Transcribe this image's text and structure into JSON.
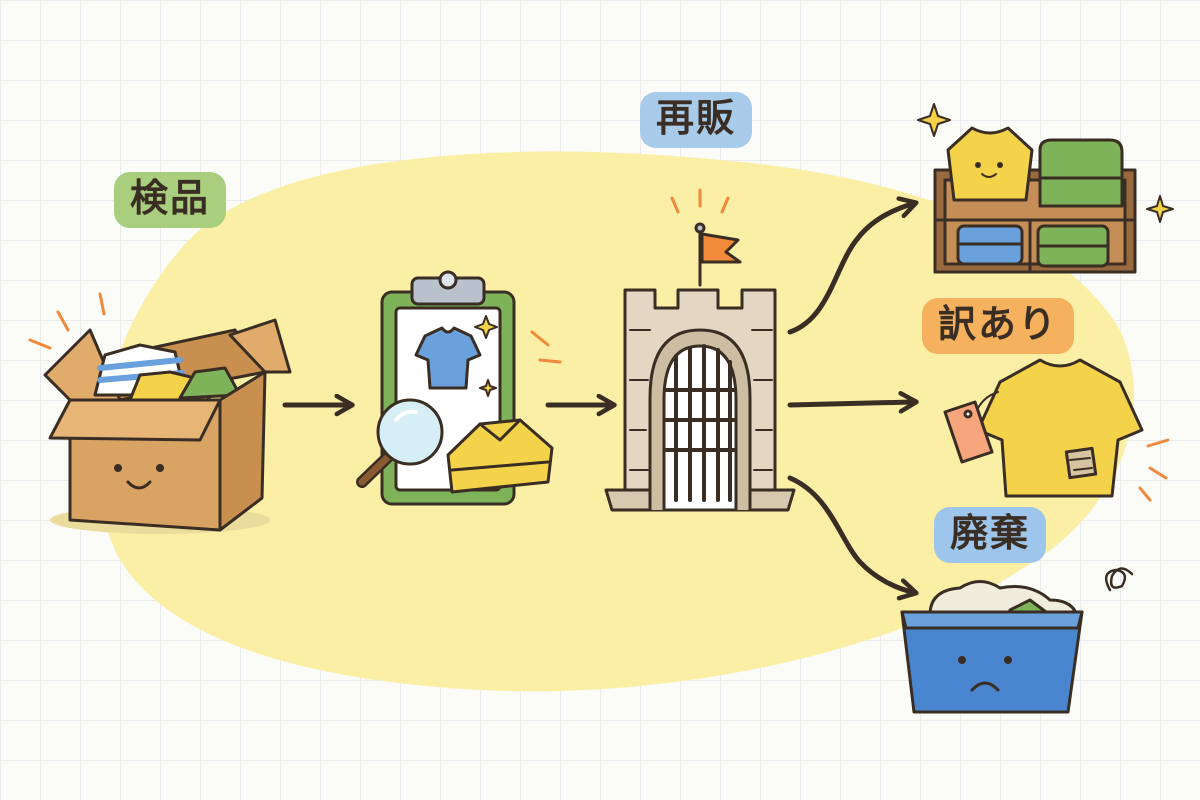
{
  "labels": {
    "inspection": "検品",
    "resale": "再販",
    "outlet": "訳あり",
    "disposal": "廃棄"
  },
  "colors": {
    "ink": "#3a2e24",
    "blob": "#fbefa6",
    "inspection_tag": "#a9cf7e",
    "resale_tag": "#a9cbea",
    "outlet_tag": "#f5b15d",
    "disposal_tag": "#9ec6ec",
    "box": "#d9a363",
    "clipboard": "#7fb35a",
    "castle_stone": "#e3d6c2",
    "flag": "#f08a3a",
    "shirt_yellow": "#f4d34a",
    "shirt_blue": "#6aa0dc",
    "shirt_green": "#7fb35a",
    "bin": "#4a86cf"
  },
  "icons": {
    "incoming": "cardboard-box-icon",
    "inspect": "clipboard-magnifier-icon",
    "gate": "castle-gate-icon",
    "resale_item": "clothing-shelf-icon",
    "outlet_item": "tagged-patched-shirt-icon",
    "disposal_item": "sad-bin-icon"
  }
}
